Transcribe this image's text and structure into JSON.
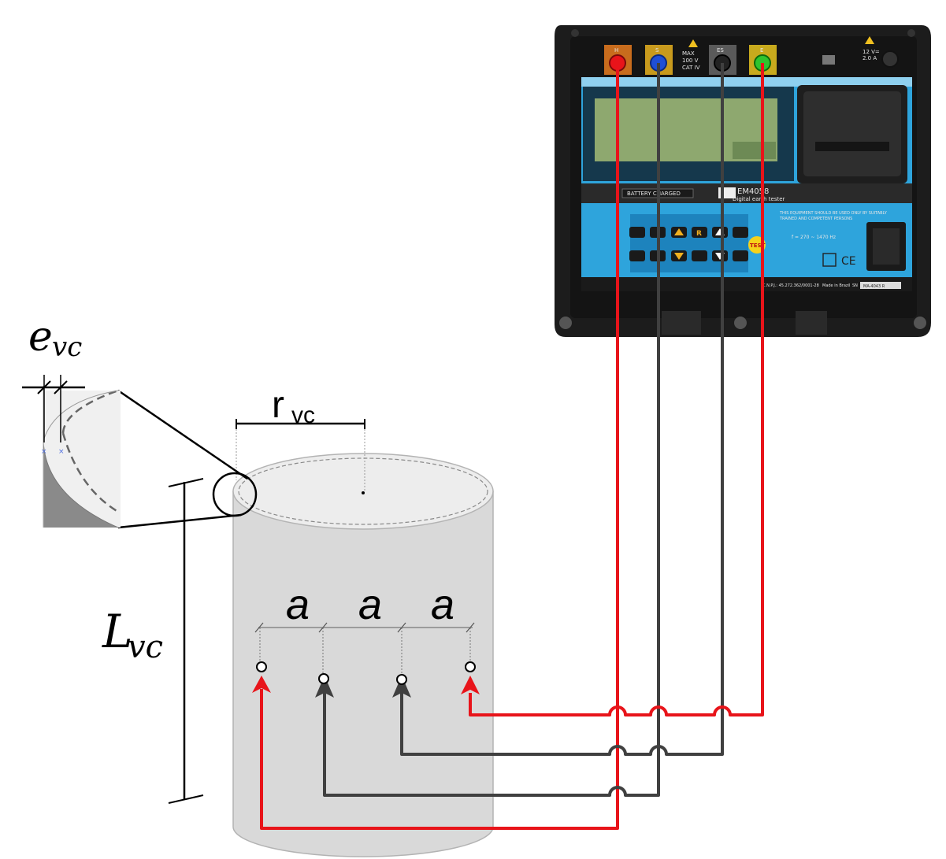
{
  "labels": {
    "e_main": "e",
    "e_sub": "vc",
    "r_main": "r",
    "r_sub": "vc",
    "L_main": "L",
    "L_sub": "vc",
    "a1": "a",
    "a2": "a",
    "a3": "a"
  },
  "meter": {
    "terminals": [
      "H",
      "S",
      "ES",
      "E"
    ],
    "brand": "EM4058",
    "subtitle": "Digital earth tester",
    "battery_label": "BATTERY CHARGED",
    "warning_text": [
      "MAX",
      "100 V",
      "CAT IV"
    ],
    "power_text": [
      "12 V=",
      "2.0 A"
    ],
    "test_button": "TEST",
    "info_text": [
      "THIS EQUIPMENT SHOULD BE USED ONLY BY SUITABLY",
      "TRAINED AND COMPETENT PERSONS"
    ],
    "freq_text": "f = 270 ~ 1470 Hz",
    "footer_left": "C.N.P.J.: 45.272.362/0001-28",
    "footer_mid": "Made in Brazil",
    "sn_label": "SN",
    "sn_value": "MA-4043 R"
  },
  "colors": {
    "red_wire": "#e8141a",
    "gray_wire": "#404040",
    "cylinder": "#d9d9d9",
    "panel_blue": "#2ea4dc",
    "meter_case": "#1c1c1c"
  }
}
